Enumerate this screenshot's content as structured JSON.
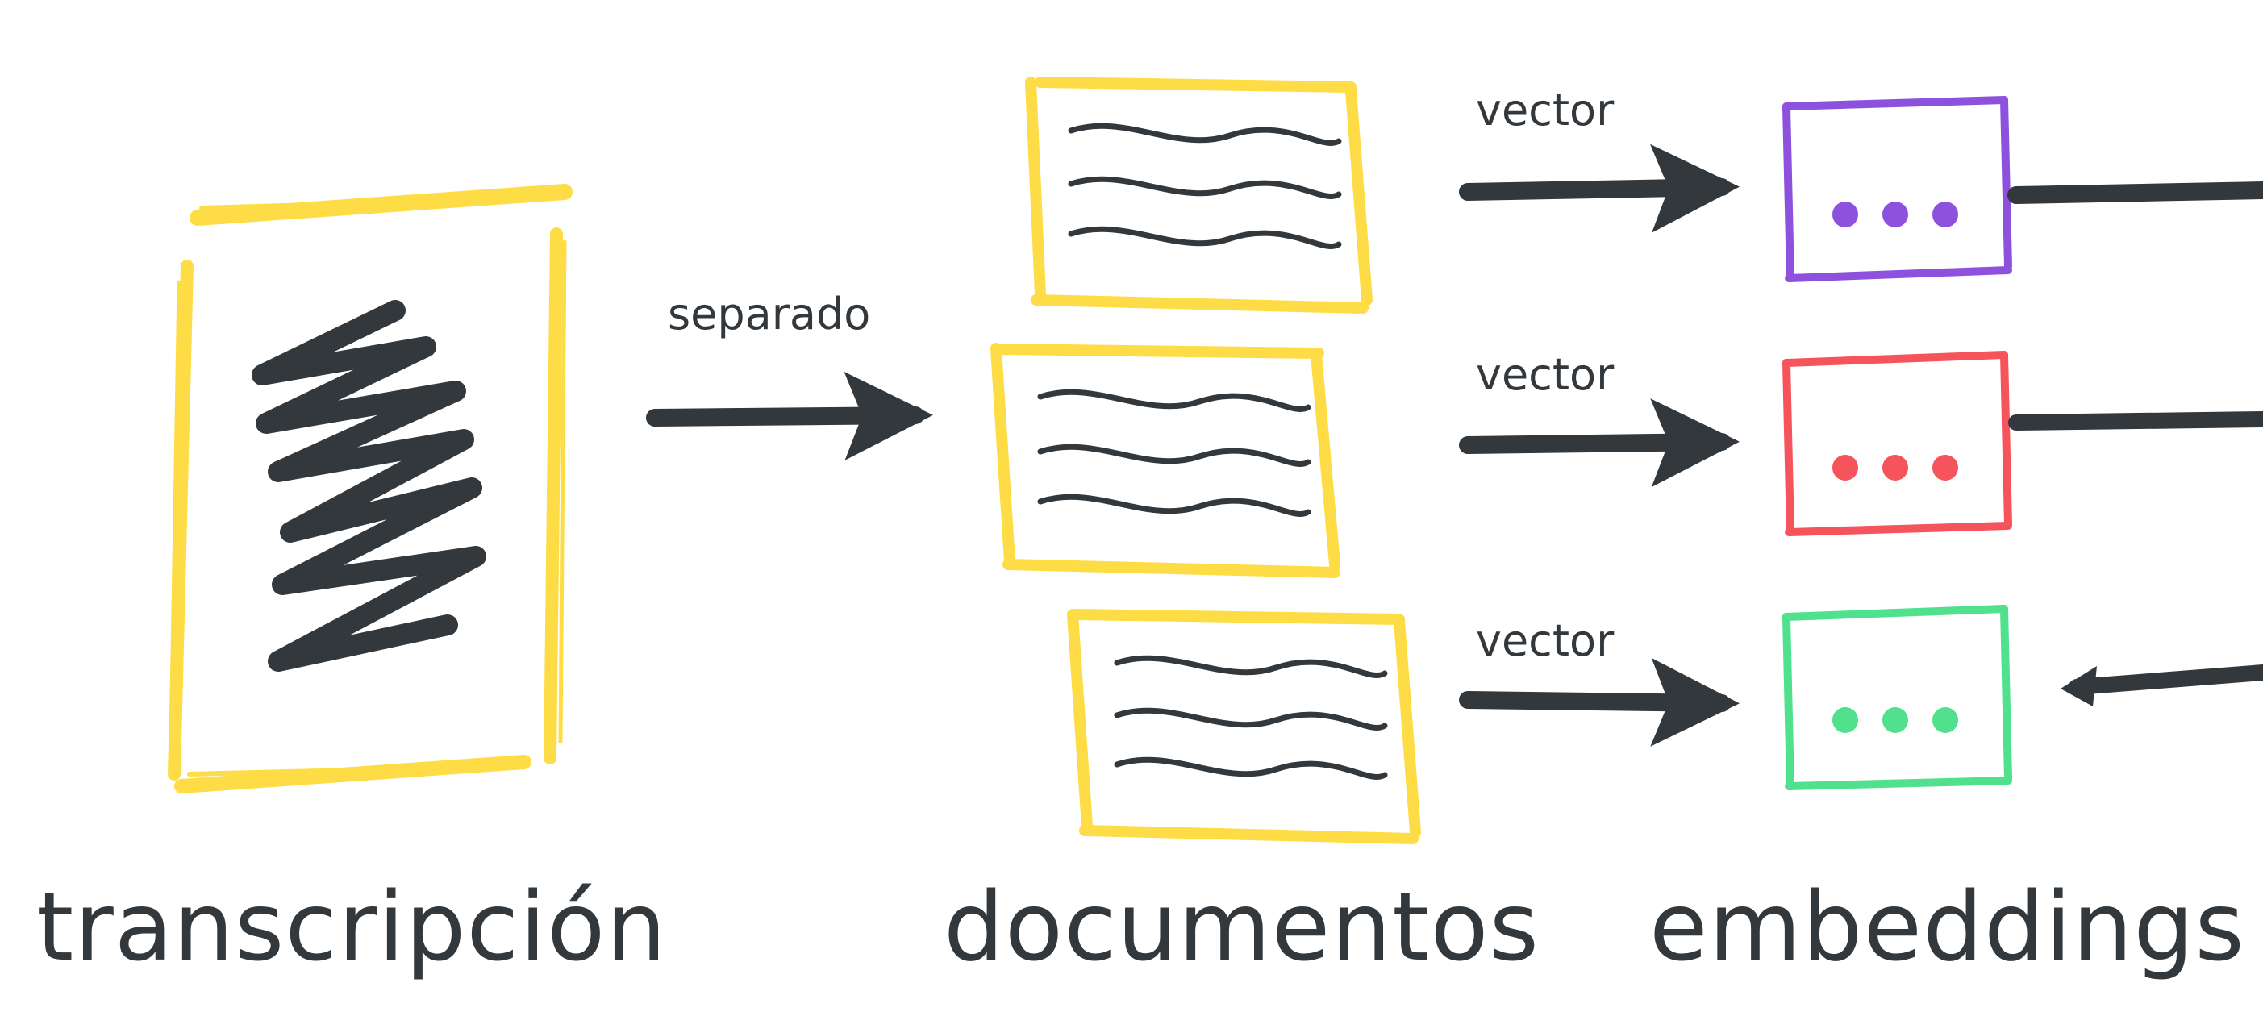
{
  "columns": {
    "transcripcion": "transcripción",
    "documentos": "documentos",
    "embeddings": "embeddings"
  },
  "edges": {
    "separado": "separado",
    "vector_1": "vector",
    "vector_2": "vector",
    "vector_3": "vector"
  },
  "colors": {
    "ink": "#33383c",
    "doc_yellow": "#fedc46",
    "embedding_1": "#8d51de",
    "embedding_2": "#f5545c",
    "embedding_3": "#51e08d"
  },
  "icons": {
    "transcript": "scribble-icon",
    "document": "wavy-lines-icon",
    "embedding": "dots-icon"
  }
}
